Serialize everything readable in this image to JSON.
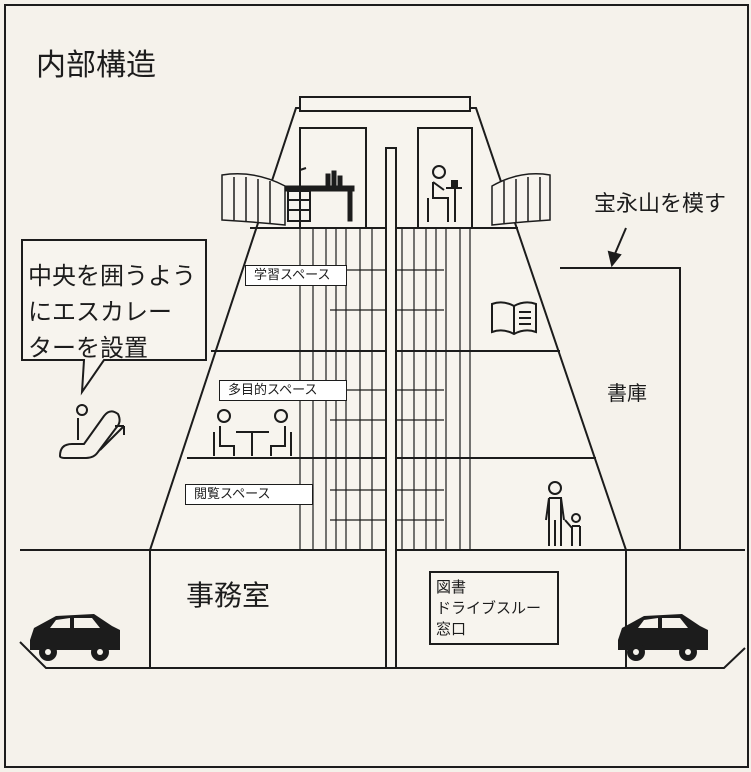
{
  "title": "内部構造",
  "annotations": {
    "mountain_note": "宝永山を模す",
    "escalator_note": "中央を囲うよう\nにエスカレー\nターを設置"
  },
  "floors": {
    "study": "学習スペース",
    "multipurpose": "多目的スペース",
    "reading": "閲覧スペース"
  },
  "rooms": {
    "stacks": "書庫",
    "office": "事務室",
    "drive_through": "図書\nドライブスルー\n窓口"
  },
  "icons": [
    "desk-icon",
    "person-at-desk-icon",
    "book-icon",
    "meeting-icon",
    "escalator-icon",
    "parent-child-icon",
    "car-icon"
  ]
}
